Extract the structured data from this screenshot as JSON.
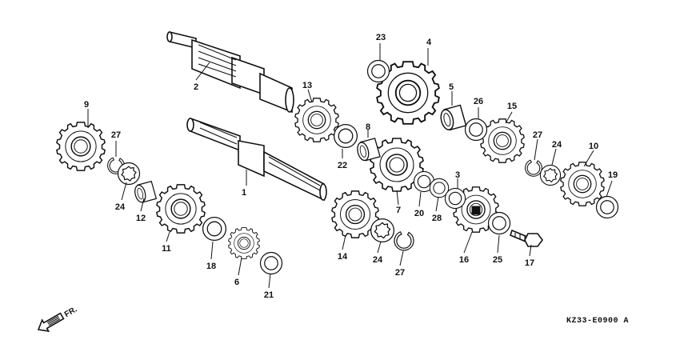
{
  "diagram": {
    "code": "KZ33-E0900 A",
    "direction": "FR.",
    "callouts": [
      "1",
      "2",
      "3",
      "4",
      "5",
      "6",
      "7",
      "8",
      "9",
      "10",
      "11",
      "12",
      "13",
      "14",
      "15",
      "16",
      "17",
      "18",
      "19",
      "20",
      "21",
      "22",
      "23",
      "24",
      "24",
      "24",
      "25",
      "26",
      "27",
      "27",
      "27",
      "27",
      "28"
    ]
  }
}
